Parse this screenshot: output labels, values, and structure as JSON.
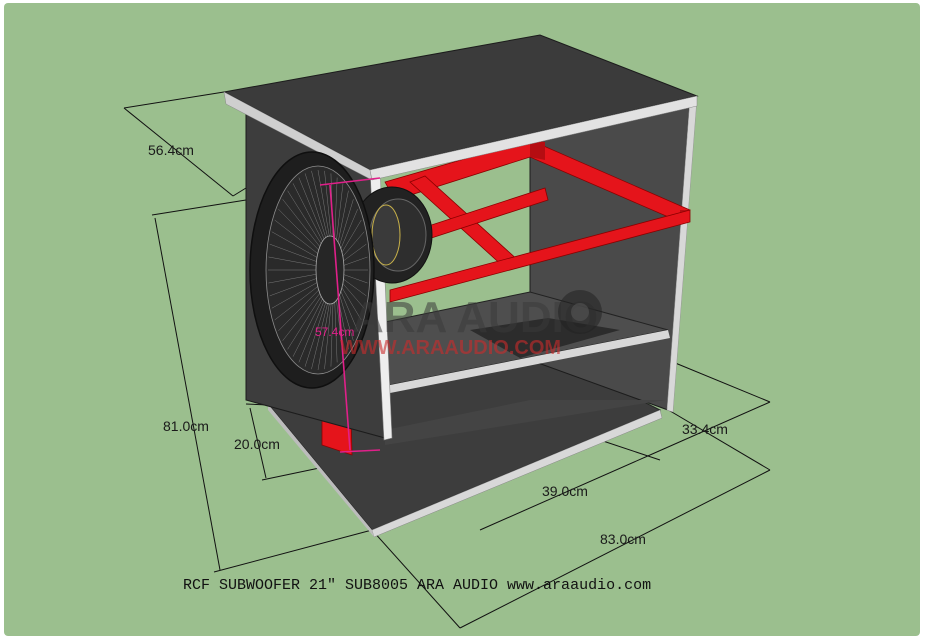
{
  "dimensions": {
    "depth_top": "56.4cm",
    "height": "81.0cm",
    "plinth_height": "20.0cm",
    "front_width": "83.0cm",
    "inner_width": "39.0cm",
    "side_depth": "33.4cm",
    "driver_diameter": "57.4cm"
  },
  "watermark": {
    "logo": "ARA AUDIO",
    "url": "WWW.ARAAUDIO.COM"
  },
  "caption": "RCF SUBWOOFER 21\"  SUB8005 ARA AUDIO www.araaudio.com",
  "colors": {
    "background": "#9bbf8e",
    "panel": "#3d3d3d",
    "panel_edge": "#d8d8d8",
    "brace": "#e5141b",
    "measure": "#e0208a"
  }
}
